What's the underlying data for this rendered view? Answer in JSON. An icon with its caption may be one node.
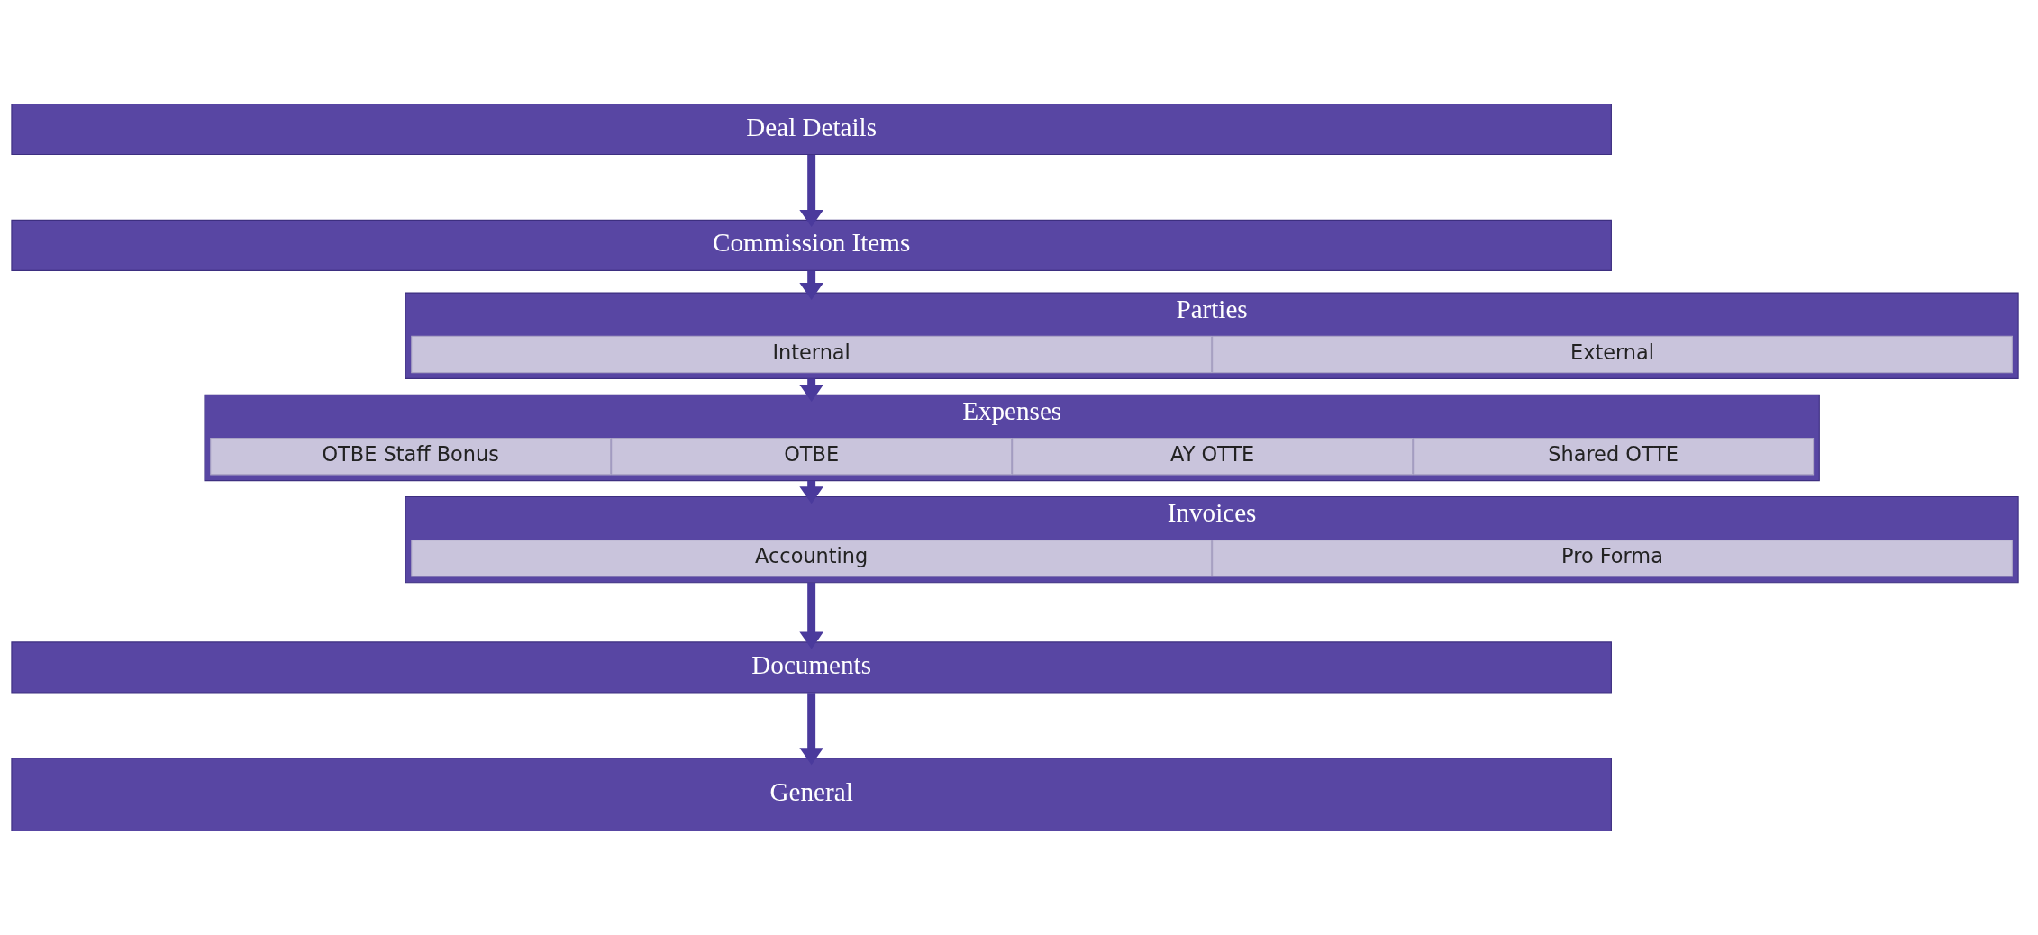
{
  "diagram": {
    "nodes": [
      {
        "text": [
          "Deal Details"
        ]
      },
      {
        "text": [
          "Commission Items"
        ]
      },
      {
        "text": [
          "Parties"
        ]
      },
      {
        "text": [
          "External"
        ],
        "in": 2
      },
      {
        "text": [
          "Internal"
        ],
        "in": 2
      },
      {
        "text": [
          "Expenses"
        ]
      },
      {
        "text": [
          "Shared OTTE"
        ],
        "in": 5
      },
      {
        "text": [
          "AY OTTE"
        ],
        "in": 5
      },
      {
        "text": [
          "OTBE"
        ],
        "in": 5
      },
      {
        "text": [
          "OTBE Staff Bonus"
        ],
        "in": 5
      },
      {
        "text": [
          "Invoices"
        ]
      },
      {
        "text": [
          "Pro Forma"
        ],
        "in": 10
      },
      {
        "text": [
          "Accounting"
        ],
        "in": 10
      },
      {
        "text": [
          "Documents"
        ]
      },
      {
        "text": [
          "General"
        ]
      }
    ],
    "edges": [
      {
        "from": 0,
        "to": 1,
        "arrow": "to"
      },
      {
        "from": 1,
        "to": 2,
        "arrow": "to"
      },
      {
        "from": 2,
        "to": 5,
        "arrow": "to"
      },
      {
        "from": 5,
        "to": 10,
        "arrow": "to"
      },
      {
        "from": 10,
        "to": 13,
        "arrow": "to"
      },
      {
        "from": 13,
        "to": 14,
        "arrow": "to"
      }
    ]
  }
}
